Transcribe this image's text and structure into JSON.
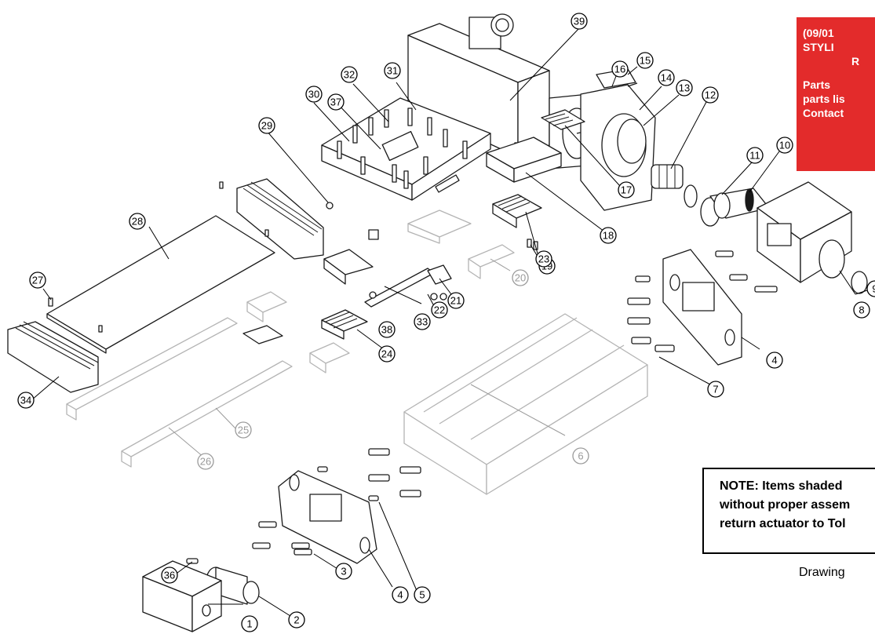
{
  "revision_box": {
    "line1": "(09/01",
    "line2": "STYLI",
    "line3": "R",
    "line4": "Parts",
    "line5": "parts lis",
    "line6": "Contact"
  },
  "note": {
    "line1": "NOTE: Items shaded",
    "line2": "without proper assem",
    "line3": "return actuator to Tol"
  },
  "drawing_label": "Drawing",
  "callouts": [
    "1",
    "2",
    "3",
    "4",
    "4",
    "5",
    "6",
    "7",
    "8",
    "9",
    "10",
    "11",
    "12",
    "13",
    "14",
    "15",
    "16",
    "17",
    "18",
    "19",
    "20",
    "21",
    "22",
    "23",
    "24",
    "25",
    "26",
    "27",
    "28",
    "29",
    "30",
    "31",
    "32",
    "33",
    "34",
    "36",
    "37",
    "38",
    "39"
  ],
  "colors": {
    "accent": "#e32b2b",
    "line": "#1a1a1a",
    "shaded": "#9a9a9a"
  }
}
